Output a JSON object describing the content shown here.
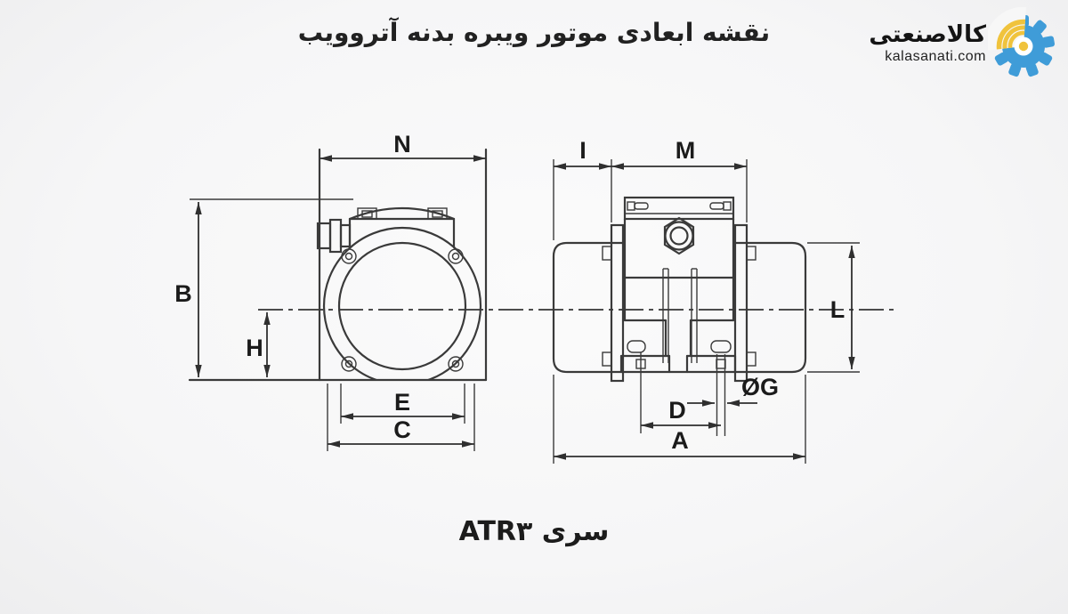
{
  "header": {
    "title": "نقشه ابعادی موتور ویبره بدنه آتروویب"
  },
  "logo": {
    "brand": "کالاصنعتی",
    "domain": "kalasanati.com",
    "gear_color": "#3f9cd8",
    "signal_color": "#f0c33c"
  },
  "footer": {
    "series": "سری ATR۳"
  },
  "drawing": {
    "line_color": "#3a3a3a",
    "views": {
      "front": {
        "dims": {
          "n": "N",
          "b": "B",
          "h": "H",
          "e": "E",
          "c": "C"
        }
      },
      "side": {
        "dims": {
          "i": "I",
          "m": "M",
          "l": "L",
          "d": "D",
          "g": "ØG",
          "a": "A"
        }
      }
    }
  }
}
